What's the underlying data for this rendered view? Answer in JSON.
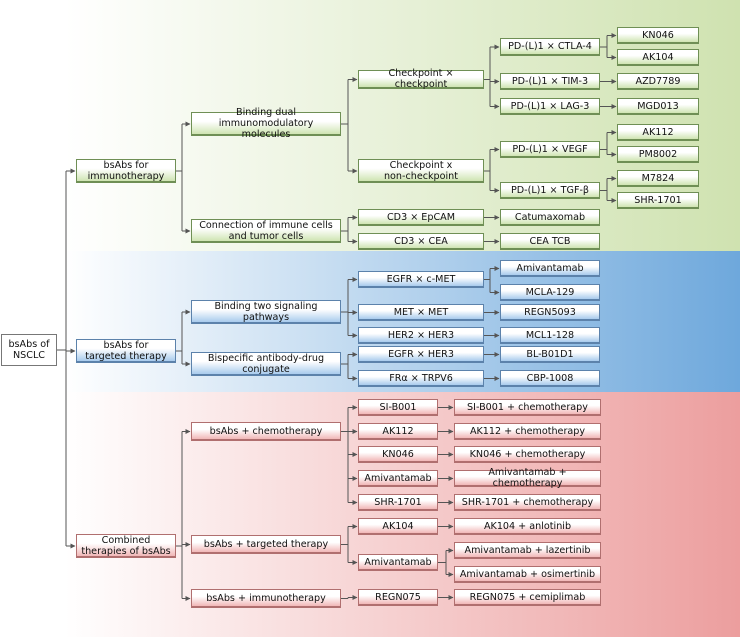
{
  "colors": {
    "green_band": "#dbe8c4",
    "blue_band": "#8fb9e3",
    "red_band": "#eeaaaa",
    "connector": "#555555"
  },
  "diagram": {
    "root": "bsAbs of\nNSCLC",
    "immuno": {
      "category": "bsAbs for\nimmunotherapy",
      "binding_dual": "Binding dual\nimmunomodulatory molecules",
      "checkpoint_checkpoint": "Checkpoint × checkpoint",
      "pd_ctla4": "PD-(L)1 × CTLA-4",
      "kn046": "KN046",
      "ak104": "AK104",
      "pd_tim3": "PD-(L)1 × TIM-3",
      "azd7789": "AZD7789",
      "pd_lag3": "PD-(L)1 × LAG-3",
      "mgd013": "MGD013",
      "checkpoint_non": "Checkpoint x\nnon-checkpoint",
      "pd_vegf": "PD-(L)1 × VEGF",
      "ak112": "AK112",
      "pm8002": "PM8002",
      "pd_tgfb": "PD-(L)1 × TGF-β",
      "m7824": "M7824",
      "shr1701": "SHR-1701",
      "connection": "Connection of immune cells\nand tumor cells",
      "cd3_epcam": "CD3 × EpCAM",
      "catumaxomab": "Catumaxomab",
      "cd3_cea": "CD3 × CEA",
      "cea_tcb": "CEA TCB"
    },
    "targeted": {
      "category": "bsAbs for\ntargeted therapy",
      "binding_two": "Binding two signaling\npathways",
      "egfr_cmet": "EGFR × c-MET",
      "amivantamab": "Amivantamab",
      "mcla129": "MCLA-129",
      "met_met": "MET × MET",
      "regn5093": "REGN5093",
      "her2_her3": "HER2 × HER3",
      "mcl1128": "MCL1-128",
      "adc": "Bispecific antibody-drug\nconjugate",
      "egfr_her3": "EGFR × HER3",
      "bl_b01d1": "BL-B01D1",
      "fra_trpv6": "FRα × TRPV6",
      "cbp1008": "CBP-1008"
    },
    "combined": {
      "category": "Combined\ntherapies of bsAbs",
      "chemo": "bsAbs + chemotherapy",
      "si_b001": "SI-B001",
      "si_b001_chemo": "SI-B001 + chemotherapy",
      "ak112": "AK112",
      "ak112_chemo": "AK112 + chemotherapy",
      "kn046": "KN046",
      "kn046_chemo": "KN046 + chemotherapy",
      "amivantamab": "Amivantamab",
      "amivantamab_chemo": "Amivantamab + chemotherapy",
      "shr1701": "SHR-1701",
      "shr1701_chemo": "SHR-1701 + chemotherapy",
      "targeted": "bsAbs + targeted therapy",
      "ak104": "AK104",
      "ak104_anlotinib": "AK104 + anlotinib",
      "amivantamab2": "Amivantamab",
      "amivantamab_lazertinib": "Amivantamab + lazertinib",
      "amivantamab_osimertinib": "Amivantamab + osimertinib",
      "immuno": "bsAbs + immunotherapy",
      "regn075": "REGN075",
      "regn075_cemiplimab": "REGN075 + cemiplimab"
    }
  }
}
